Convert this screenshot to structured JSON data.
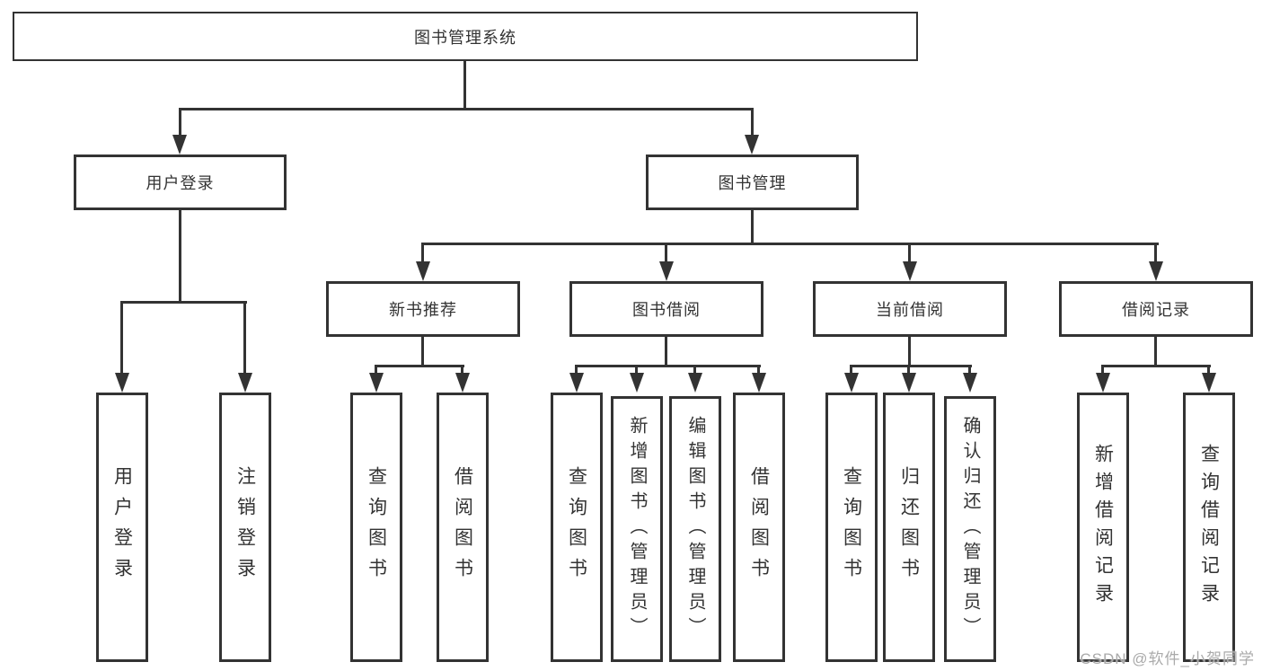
{
  "diagram": {
    "root": "图书管理系统",
    "user_login": {
      "label": "用户登录",
      "children": [
        "用户登录",
        "注销登录"
      ]
    },
    "book_management": {
      "label": "图书管理",
      "sections": [
        {
          "label": "新书推荐",
          "children": [
            "查询图书",
            "借阅图书"
          ]
        },
        {
          "label": "图书借阅",
          "children": [
            "查询图书",
            "新增图书（管理员）",
            "编辑图书（管理员）",
            "借阅图书"
          ]
        },
        {
          "label": "当前借阅",
          "children": [
            "查询图书",
            "归还图书",
            "确认归还（管理员）"
          ]
        },
        {
          "label": "借阅记录",
          "children": [
            "新增借阅记录",
            "查询借阅记录"
          ]
        }
      ]
    },
    "watermark": "CSDN @软件_小贺同学",
    "colors": {
      "line": "#333333",
      "box_fill": "#ffffff",
      "text": "#333333",
      "watermark": "#aaaaaa"
    }
  }
}
